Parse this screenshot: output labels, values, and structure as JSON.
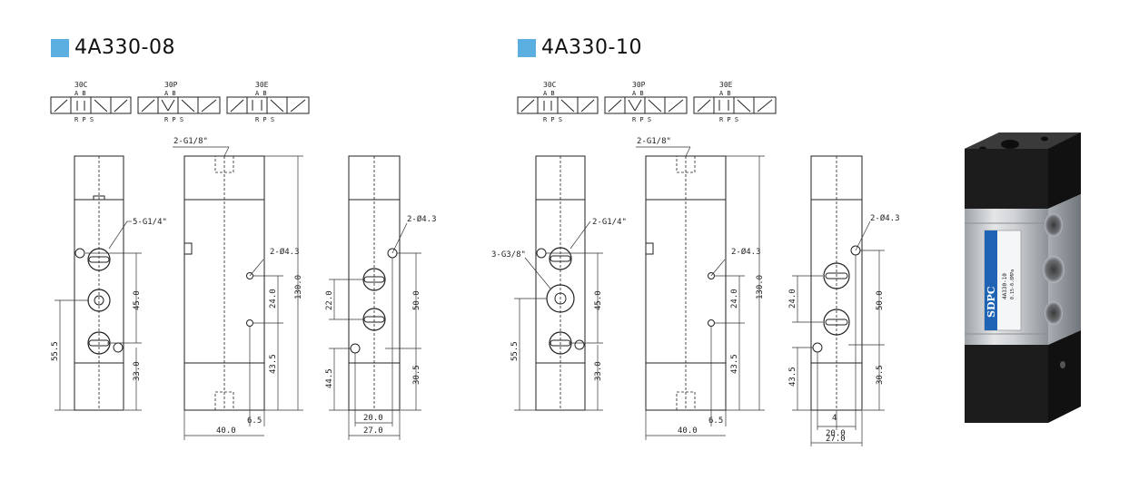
{
  "models": [
    {
      "title": "4A330-08",
      "symbols": [
        {
          "code": "30C",
          "top": "A B",
          "bottom": "R P S"
        },
        {
          "code": "30P",
          "top": "A B",
          "bottom": "R P S"
        },
        {
          "code": "30E",
          "top": "A B",
          "bottom": "R P S"
        }
      ],
      "front": {
        "port_label": "5-G1/4\"",
        "d_55_5": "55.5",
        "d_45_0": "45.0",
        "d_33_0": "33.0"
      },
      "side": {
        "port_label": "2-G1/8\"",
        "hole_label": "2-Ø4.3",
        "d_24_0": "24.0",
        "d_130_0": "130.0",
        "d_43_5": "43.5",
        "d_6_5": "6.5",
        "d_40_0": "40.0"
      },
      "back": {
        "hole_label": "2-Ø4.3",
        "d_22_0": "22.0",
        "d_50_0": "50.0",
        "d_44_5": "44.5",
        "d_30_5": "30.5",
        "d_20_0": "20.0",
        "d_27_0": "27.0"
      }
    },
    {
      "title": "4A330-10",
      "symbols": [
        {
          "code": "30C",
          "top": "A B",
          "bottom": "R P S"
        },
        {
          "code": "30P",
          "top": "A B",
          "bottom": "R P S"
        },
        {
          "code": "30E",
          "top": "A B",
          "bottom": "R P S"
        }
      ],
      "front": {
        "port_label": "2-G1/4\"",
        "port_label2": "3-G3/8\"",
        "d_55_5": "55.5",
        "d_45_0": "45.0",
        "d_33_0": "33.0"
      },
      "side": {
        "port_label": "2-G1/8\"",
        "hole_label": "2-Ø4.3",
        "d_24_0": "24.0",
        "d_130_0": "130.0",
        "d_43_5": "43.5",
        "d_6_5": "6.5",
        "d_40_0": "40.0"
      },
      "back": {
        "hole_label": "2-Ø4.3",
        "d_24_0": "24.0",
        "d_50_0": "50.0",
        "d_43_5": "43.5",
        "d_30_5": "30.5",
        "d_4": "4",
        "d_20_0": "20.0",
        "d_27_0": "27.0"
      }
    }
  ],
  "photo": {
    "brand": "SDPC",
    "label_line1": "4A330-10",
    "label_line2": "0.15-0.8MPa"
  },
  "colors": {
    "accent": "#5aaee0",
    "line": "#222222",
    "aluminium": "#c9ccd0",
    "black_cap": "#1c1c1c"
  }
}
